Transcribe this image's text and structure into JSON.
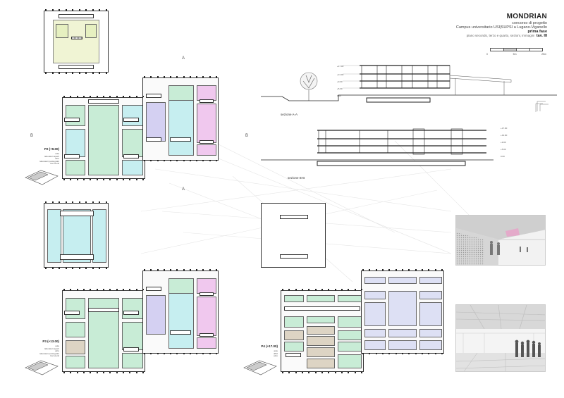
{
  "header": {
    "project_name": "MONDRIAN",
    "competition": "concorso di progetto",
    "campus": "Campus universitario USI|SUPSI a Lugano-Viganello",
    "phase": "prima fase",
    "sheet_label": "piano secondo, terzo e quarto, sezioni, immagini",
    "sheet_number": "tav. III"
  },
  "scale_bar": {
    "labels": [
      "0",
      "5m",
      "25m"
    ]
  },
  "plans": {
    "p2": {
      "level": "P2 (+9.00)",
      "notes": [
        "aule",
        "laboratori aperti",
        "atrio",
        "laboratori pantografo",
        "bar utenti",
        "terrazza"
      ]
    },
    "p3": {
      "level": "P3 (+13.00)",
      "notes": [
        "aule",
        "laboratori aperti",
        "atrio",
        "laboratori pantografo",
        "bar utenti",
        "terrazza"
      ]
    },
    "p4": {
      "level": "P4 (+17.00)",
      "notes": [
        "aule",
        "uffici",
        "atrio"
      ]
    }
  },
  "sections": {
    "aa": "sezione A-A",
    "bb": "sezione B-B"
  },
  "axis_markers": {
    "a_top": "A",
    "a_bottom": "A",
    "b_left": "B",
    "b_right": "B"
  },
  "colors": {
    "green": "#c8ecd6",
    "cyan": "#c6eef0",
    "lime": "#e6f0c0",
    "purple": "#d4d0f2",
    "pink": "#f0c8ee",
    "lavender": "#dde0f4",
    "tan": "#ddd4c4",
    "line": "#333333"
  }
}
